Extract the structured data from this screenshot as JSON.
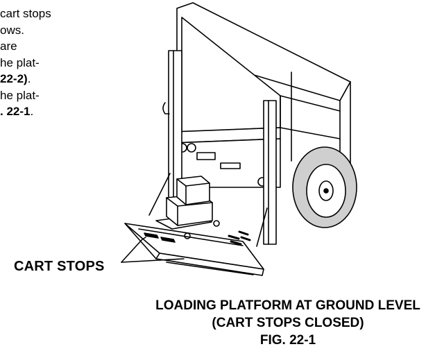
{
  "body_text": {
    "line1": "cart stops",
    "line2": "ows.",
    "line3": "are",
    "line4": "he plat-",
    "line5_bold": "22-2)",
    "line5_tail": ".",
    "line6": "he plat-",
    "line7_bold": ". 22-1",
    "line7_tail": "."
  },
  "callout": {
    "label": "CART STOPS"
  },
  "caption": {
    "line1": "LOADING PLATFORM AT GROUND LEVEL",
    "line2": "(CART STOPS CLOSED)",
    "line3": "FIG. 22-1"
  },
  "colors": {
    "ink": "#000000",
    "paper": "#ffffff",
    "tire": "#cfcfcf"
  }
}
